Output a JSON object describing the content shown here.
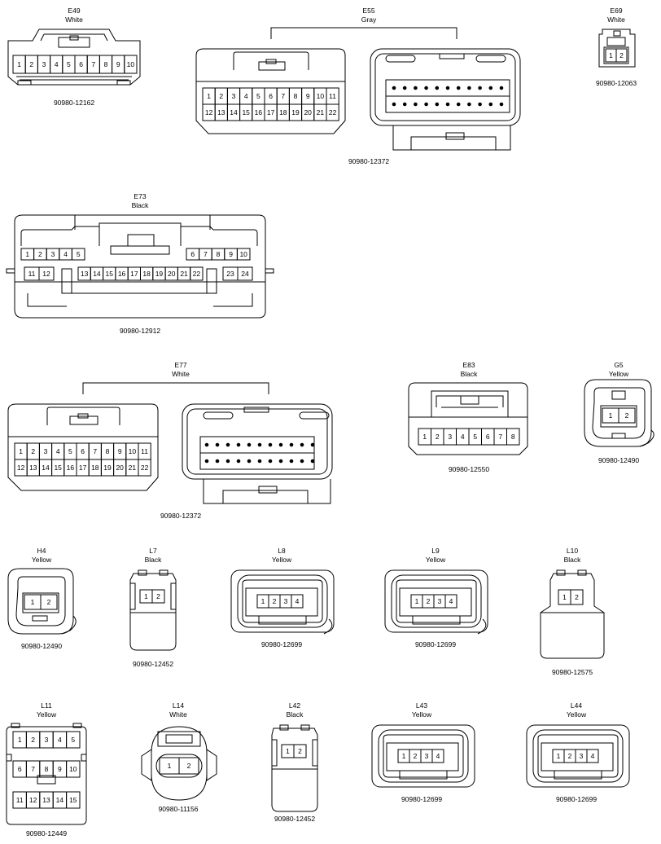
{
  "connectors": {
    "E49": {
      "code": "E49",
      "color": "White",
      "part": "90980-12162",
      "pins": [
        "1",
        "2",
        "3",
        "4",
        "5",
        "6",
        "7",
        "8",
        "9",
        "10"
      ]
    },
    "E55": {
      "code": "E55",
      "color": "Gray",
      "part": "90980-12372",
      "pins_top": [
        "1",
        "2",
        "3",
        "4",
        "5",
        "6",
        "7",
        "8",
        "9",
        "10",
        "11"
      ],
      "pins_bottom": [
        "12",
        "13",
        "14",
        "15",
        "16",
        "17",
        "18",
        "19",
        "20",
        "21",
        "22"
      ]
    },
    "E69": {
      "code": "E69",
      "color": "White",
      "part": "90980-12063",
      "pins": [
        "1",
        "2"
      ]
    },
    "E73": {
      "code": "E73",
      "color": "Black",
      "part": "90980-12912",
      "pins_r1": [
        "1",
        "2",
        "3",
        "4",
        "5",
        "6",
        "7",
        "8",
        "9",
        "10"
      ],
      "pins_r2a": [
        "11",
        "12"
      ],
      "pins_r2b": [
        "13",
        "14",
        "15",
        "16",
        "17",
        "18",
        "19",
        "20",
        "21",
        "22"
      ],
      "pins_r2c": [
        "23",
        "24"
      ]
    },
    "E77": {
      "code": "E77",
      "color": "White",
      "part": "90980-12372",
      "pins_top": [
        "1",
        "2",
        "3",
        "4",
        "5",
        "6",
        "7",
        "8",
        "9",
        "10",
        "11"
      ],
      "pins_bottom": [
        "12",
        "13",
        "14",
        "15",
        "16",
        "17",
        "18",
        "19",
        "20",
        "21",
        "22"
      ]
    },
    "E83": {
      "code": "E83",
      "color": "Black",
      "part": "90980-12550",
      "pins": [
        "1",
        "2",
        "3",
        "4",
        "5",
        "6",
        "7",
        "8"
      ]
    },
    "G5": {
      "code": "G5",
      "color": "Yellow",
      "part": "90980-12490",
      "pins": [
        "1",
        "2"
      ]
    },
    "H4": {
      "code": "H4",
      "color": "Yellow",
      "part": "90980-12490",
      "pins": [
        "1",
        "2"
      ]
    },
    "L7": {
      "code": "L7",
      "color": "Black",
      "part": "90980-12452",
      "pins": [
        "1",
        "2"
      ]
    },
    "L8": {
      "code": "L8",
      "color": "Yellow",
      "part": "90980-12699",
      "pins": [
        "1",
        "2",
        "3",
        "4"
      ]
    },
    "L9": {
      "code": "L9",
      "color": "Yellow",
      "part": "90980-12699",
      "pins": [
        "1",
        "2",
        "3",
        "4"
      ]
    },
    "L10": {
      "code": "L10",
      "color": "Black",
      "part": "90980-12575",
      "pins": [
        "1",
        "2"
      ]
    },
    "L11": {
      "code": "L11",
      "color": "Yellow",
      "part": "90980-12449",
      "pins": [
        "1",
        "2",
        "3",
        "4",
        "5",
        "6",
        "7",
        "8",
        "9",
        "10",
        "11",
        "12",
        "13",
        "14",
        "15"
      ]
    },
    "L14": {
      "code": "L14",
      "color": "White",
      "part": "90980-11156",
      "pins": [
        "1",
        "2"
      ]
    },
    "L42": {
      "code": "L42",
      "color": "Black",
      "part": "90980-12452",
      "pins": [
        "1",
        "2"
      ]
    },
    "L43": {
      "code": "L43",
      "color": "Yellow",
      "part": "90980-12699",
      "pins": [
        "1",
        "2",
        "3",
        "4"
      ]
    },
    "L44": {
      "code": "L44",
      "color": "Yellow",
      "part": "90980-12699",
      "pins": [
        "1",
        "2",
        "3",
        "4"
      ]
    }
  }
}
